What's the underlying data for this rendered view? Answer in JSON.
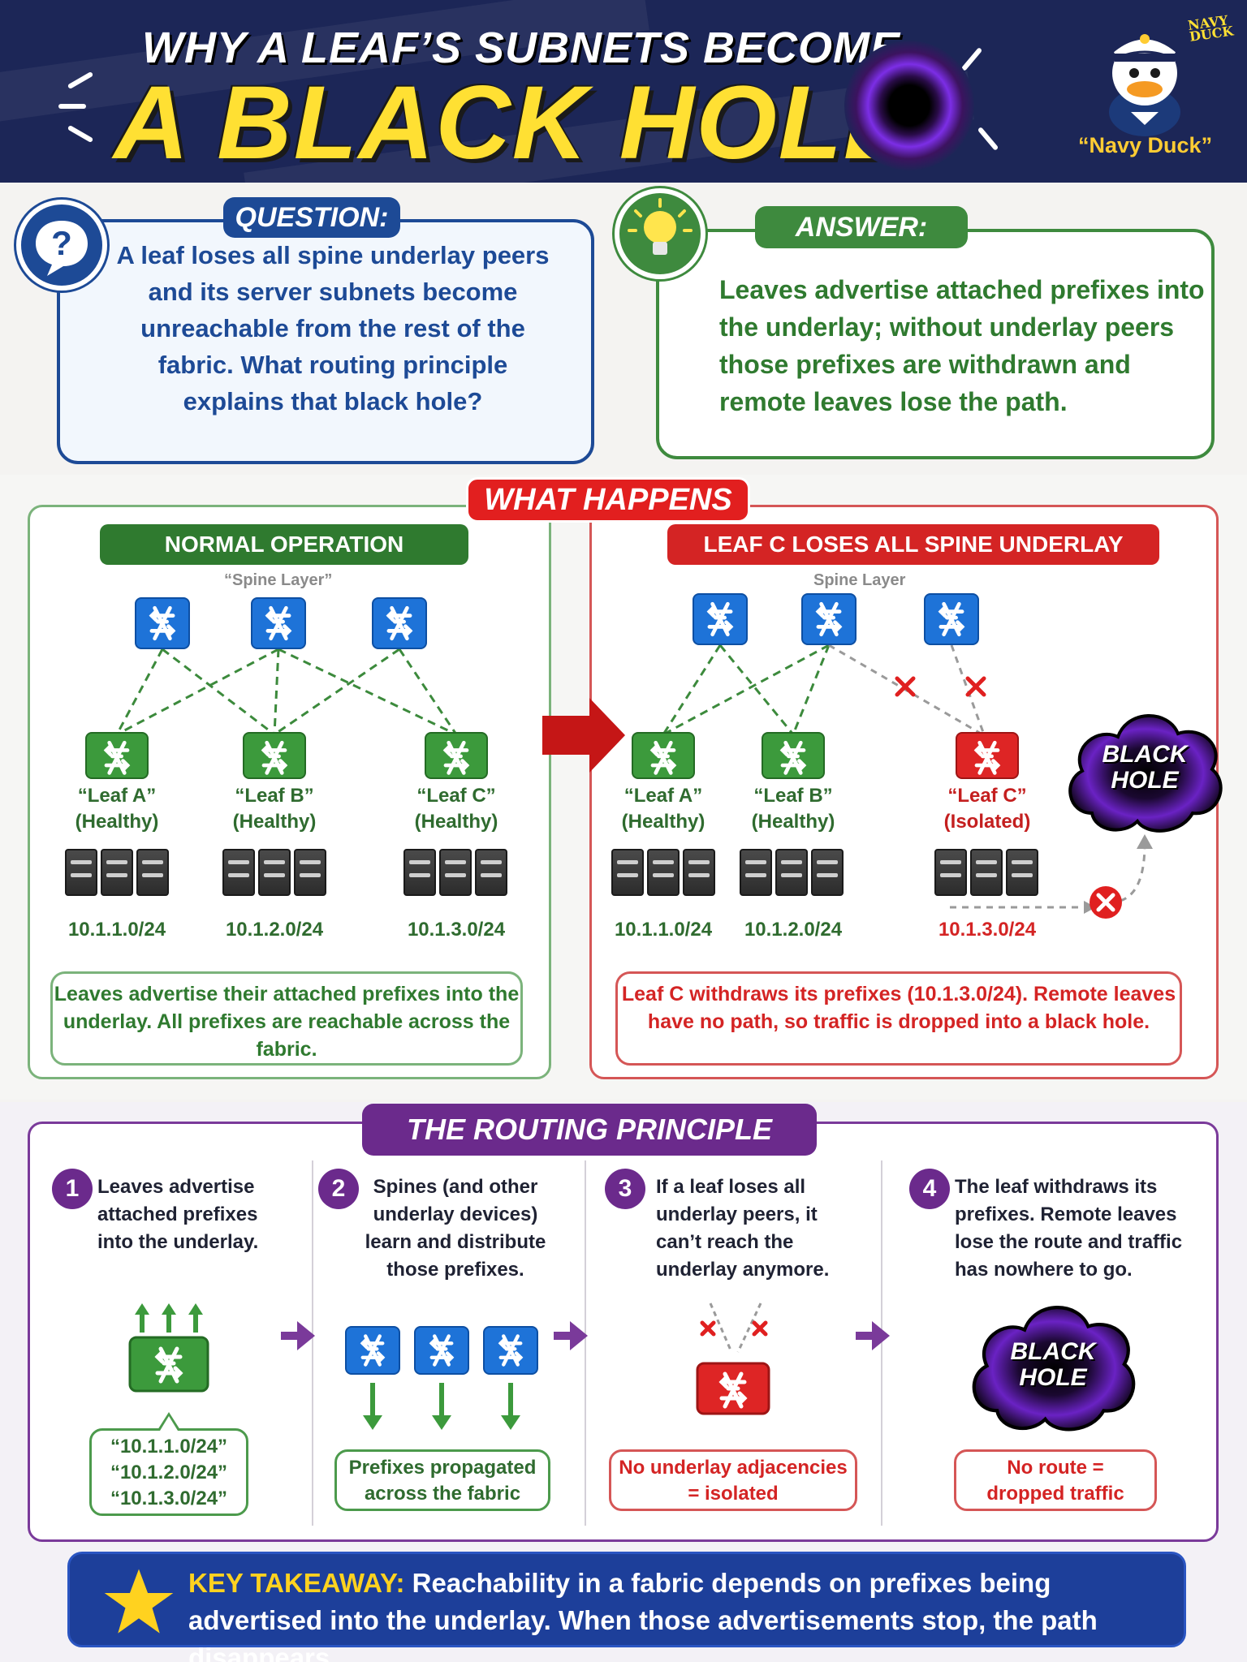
{
  "header": {
    "title_line1": "WHY A LEAF’S SUBNETS BECOME",
    "title_line2": "A BLACK HOLE",
    "mascot_label": "“Navy Duck”",
    "mascot_cap": "NAVY DUCK"
  },
  "question": {
    "badge": "QUESTION:",
    "text": "A leaf loses all spine underlay peers and its server subnets become unreachable from the rest of the fabric. What routing principle explains that black hole?"
  },
  "answer": {
    "badge": "ANSWER:",
    "text": "Leaves advertise attached prefixes into the underlay; without underlay peers those prefixes are withdrawn and remote leaves lose the path."
  },
  "what_happens": {
    "badge": "WHAT HAPPENS",
    "normal": {
      "title": "NORMAL OPERATION",
      "spine_label": "“Spine Layer”",
      "leaves": [
        {
          "name": "“Leaf A”",
          "state": "(Healthy)",
          "prefix": "10.1.1.0/24"
        },
        {
          "name": "“Leaf B”",
          "state": "(Healthy)",
          "prefix": "10.1.2.0/24"
        },
        {
          "name": "“Leaf C”",
          "state": "(Healthy)",
          "prefix": "10.1.3.0/24"
        }
      ],
      "note": "Leaves advertise their attached prefixes into the underlay. All prefixes are reachable across the fabric."
    },
    "failure": {
      "title": "LEAF C LOSES ALL SPINE UNDERLAY PEERS",
      "spine_label": "Spine Layer",
      "leaves": [
        {
          "name": "“Leaf A”",
          "state": "(Healthy)",
          "prefix": "10.1.1.0/24"
        },
        {
          "name": "“Leaf B”",
          "state": "(Healthy)",
          "prefix": "10.1.2.0/24"
        },
        {
          "name": "“Leaf C”",
          "state": "(Isolated)",
          "prefix": "10.1.3.0/24"
        }
      ],
      "black_hole_line1": "BLACK",
      "black_hole_line2": "HOLE",
      "note": "Leaf C withdraws its prefixes (10.1.3.0/24). Remote leaves have no path, so traffic is dropped into a black hole."
    }
  },
  "routing_principle": {
    "badge": "THE ROUTING PRINCIPLE",
    "steps": [
      {
        "num": "1",
        "text": "Leaves advertise attached prefixes into the underlay.",
        "box": [
          "“10.1.1.0/24”",
          "“10.1.2.0/24”",
          "“10.1.3.0/24”"
        ]
      },
      {
        "num": "2",
        "text": "Spines (and other underlay devices) learn and distribute those prefixes.",
        "box": [
          "Prefixes propagated",
          "across the fabric"
        ]
      },
      {
        "num": "3",
        "text": "If a leaf loses all underlay peers, it can’t reach the underlay anymore.",
        "box": [
          "No underlay adjacencies",
          "= isolated"
        ]
      },
      {
        "num": "4",
        "text": "The leaf withdraws its prefixes. Remote leaves lose the route and traffic has nowhere to go.",
        "box": [
          "No route =",
          "dropped traffic"
        ]
      }
    ],
    "black_hole_line1": "BLACK",
    "black_hole_line2": "HOLE"
  },
  "key_takeaway": {
    "label": "KEY TAKEAWAY:",
    "text": "Reachability in a fabric depends on prefixes being advertised into the underlay. When those advertisements stop, the path disappears."
  },
  "colors": {
    "navy": "#1c2657",
    "title_yellow": "#ffe033",
    "question_blue": "#1d4a96",
    "answer_green": "#3e8a3e",
    "alert_red": "#e21f1f",
    "principle_purple": "#6b2a8c",
    "takeaway_blue": "#1d3f9a"
  }
}
